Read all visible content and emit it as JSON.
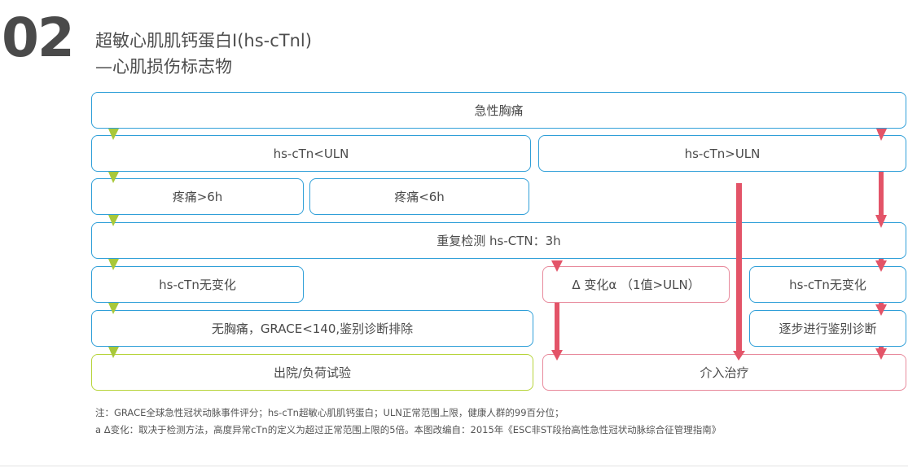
{
  "header": {
    "number": "02",
    "title_line1": "超敏心肌肌钙蛋白I(hs-cTnl)",
    "title_line2": "—心肌损伤标志物"
  },
  "flow": {
    "chest_pain": "急性胸痛",
    "below_uln": "hs-cTn<ULN",
    "above_uln": "hs-cTn>ULN",
    "pain_gt6h": "疼痛>6h",
    "pain_lt6h": "疼痛<6h",
    "retest": "重复检测 hs-CTN：3h",
    "no_change_left": "hs-cTn无变化",
    "delta_change": "Δ 变化α （1值>ULN）",
    "no_change_right": "hs-cTn无变化",
    "rule_out": "无胸痛，GRACE<140,鉴别诊断排除",
    "stepwise_dx": "逐步进行鉴别诊断",
    "discharge": "出院/负荷试验",
    "intervention": "介入治疗"
  },
  "notes": {
    "line1": "注：GRACE全球急性冠状动脉事件评分；hs-cTn超敏心肌肌钙蛋白；ULN正常范围上限，健康人群的99百分位；",
    "line2": "a Δ变化：取决于检测方法，高度异常cTn的定义为超过正常范围上限的5倍。本图改编自：2015年《ESC非ST段抬高性急性冠状动脉综合征管理指南》"
  },
  "colors": {
    "box_border": "#2f9fd8",
    "pink_border": "#e88a9c",
    "green_border": "#b7d43b",
    "green_arrow": "#a8c83a",
    "red_arrow": "#e35468"
  }
}
